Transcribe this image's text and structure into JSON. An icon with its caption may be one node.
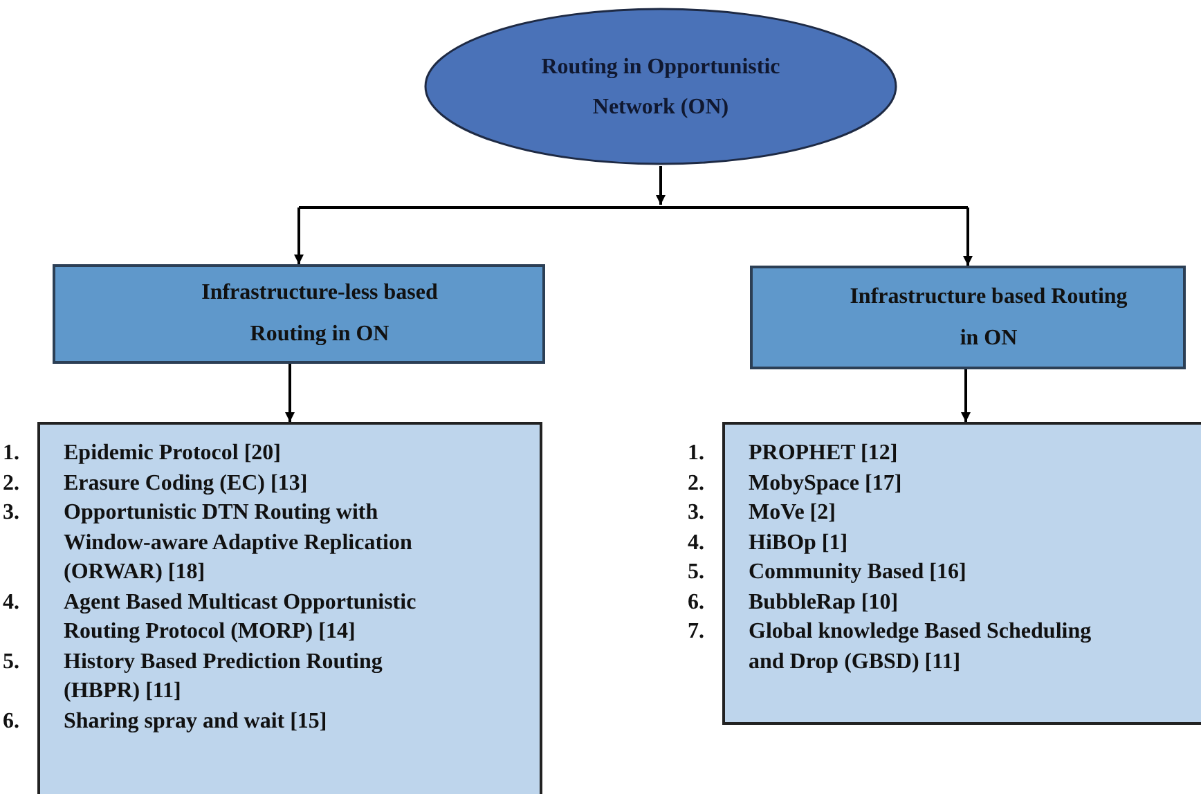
{
  "diagram": {
    "nodes": [
      {
        "text": [
          "Routing in Opportunistic Network (ON)"
        ]
      },
      {
        "text": [
          "Infrastructure-less based Routing in ON"
        ]
      },
      {
        "text": [
          "Infrastructure based Routing in ON"
        ]
      },
      {
        "text": [
          "Epidemic Protocol [20]",
          "Erasure Coding (EC) [13]",
          "Opportunistic DTN Routing with Window-aware Adaptive Replication (ORWAR) [18]",
          "Agent Based Multicast Opportunistic Routing Protocol (MORP) [14]",
          "History Based Prediction Routing (HBPR) [11]",
          "Sharing spray and wait [15]"
        ],
        "beside": [
          "1.",
          "2.",
          "3.",
          "4.",
          "5.",
          "6."
        ]
      },
      {
        "text": [
          "PROPHET [12]",
          "MobySpace [17]",
          "MoVe [2]",
          "HiBOp [1]",
          "Community Based [16]",
          "BubbleRap [10]",
          "Global knowledge Based Scheduling and Drop (GBSD) [11]"
        ],
        "beside": [
          "1.",
          "2.",
          "3.",
          "4.",
          "5.",
          "6.",
          "7."
        ]
      }
    ],
    "edges": [
      {
        "from": 0,
        "to": 1,
        "arrow": "to"
      },
      {
        "from": 0,
        "to": 2,
        "arrow": "to"
      },
      {
        "from": 1,
        "to": 3,
        "arrow": "to"
      },
      {
        "from": 2,
        "to": 4,
        "arrow": "to"
      }
    ]
  }
}
